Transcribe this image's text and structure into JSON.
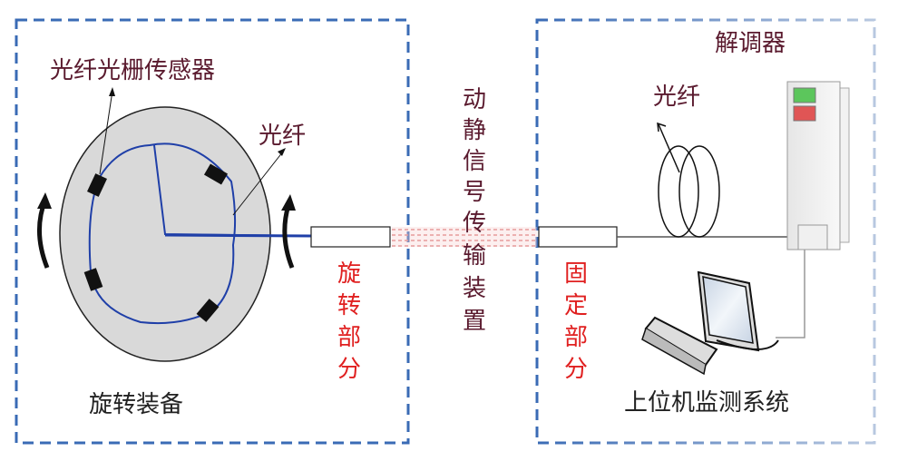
{
  "labels": {
    "fbg_sensor": "光纤光栅传感器",
    "fiber_left": "光纤",
    "rotating_equipment": "旋转装备",
    "rotating_part": [
      "旋",
      "转",
      "部",
      "分"
    ],
    "transmission_device": [
      "动",
      "静",
      "信",
      "号",
      "传",
      "输",
      "装",
      "置"
    ],
    "fixed_part": [
      "固",
      "定",
      "部",
      "分"
    ],
    "demodulator": "解调器",
    "fiber_right": "光纤",
    "host_monitoring": "上位机监测系统"
  },
  "colors": {
    "box_border": "#3a6bb5",
    "label_text": "#5a1a2e",
    "part_label": "#e02020",
    "fiber": "#1f3fa8",
    "disk": "#d9d9d9",
    "indicator_green": "#5cc65c",
    "indicator_red": "#e05555"
  }
}
